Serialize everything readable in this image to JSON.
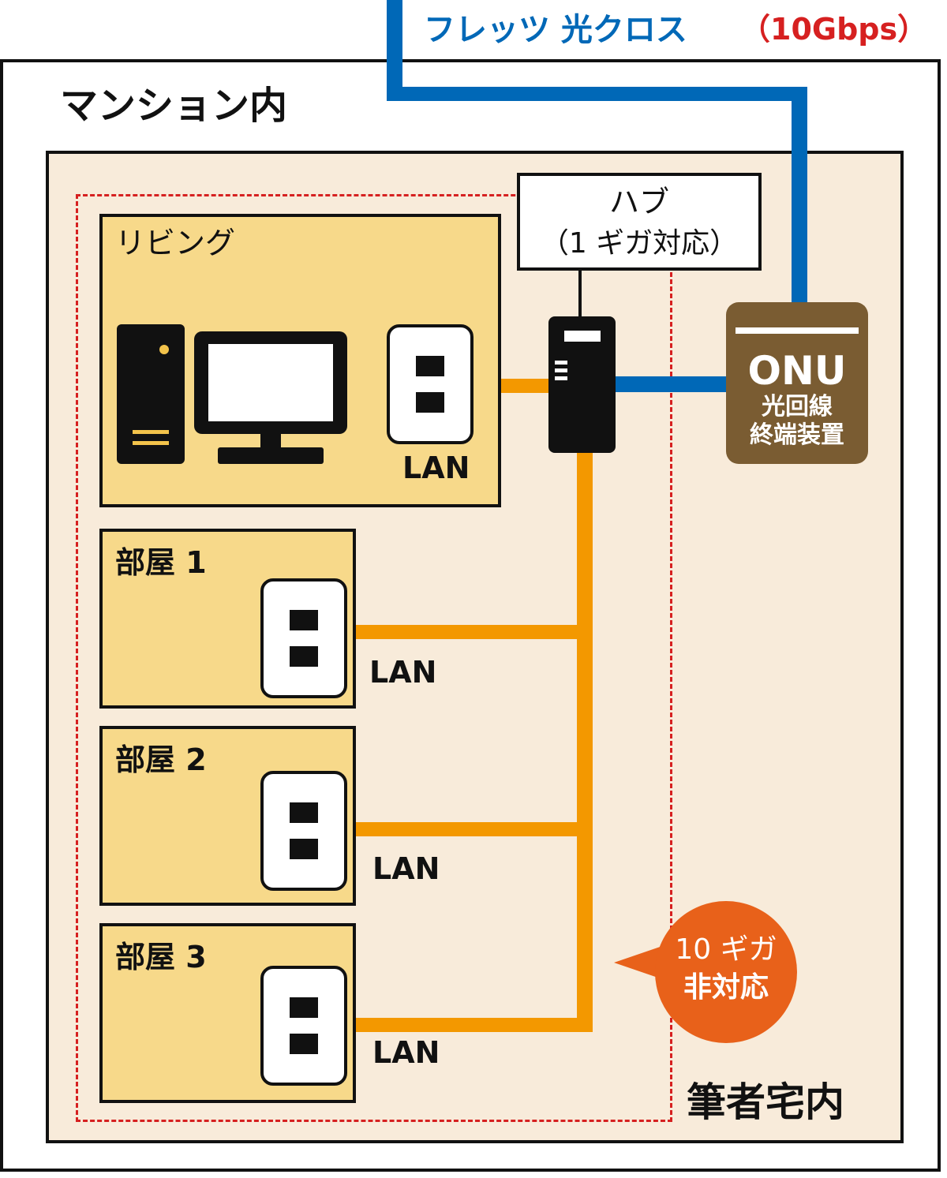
{
  "header": {
    "fiber_label": "フレッツ 光クロス",
    "fiber_speed": "（10Gbps）"
  },
  "building": {
    "label": "マンション内"
  },
  "home": {
    "label": "筆者宅内"
  },
  "hub": {
    "line1": "ハブ",
    "line2": "（1 ギガ対応）"
  },
  "onu": {
    "name": "ONU",
    "line1": "光回線",
    "line2": "終端装置"
  },
  "rooms": [
    {
      "label": "リビング",
      "lan": "LAN"
    },
    {
      "label": "部屋 1",
      "lan": "LAN"
    },
    {
      "label": "部屋 2",
      "lan": "LAN"
    },
    {
      "label": "部屋 3",
      "lan": "LAN"
    }
  ],
  "note": {
    "line1": "10 ギガ",
    "line2": "非対応"
  },
  "colors": {
    "fiber": "#0068b7",
    "lan_cable": "#f39800",
    "room_fill": "#f7d98a",
    "home_fill": "#f8ebda",
    "onu_fill": "#7a5c32",
    "note_fill": "#e8611a",
    "dashed_border": "#d62020",
    "speed_text": "#d62020"
  }
}
